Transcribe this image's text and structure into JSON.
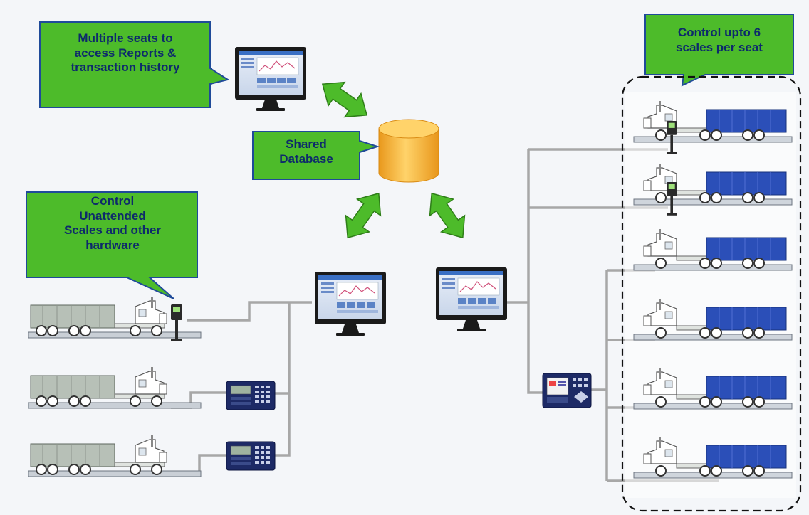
{
  "callouts": {
    "multiple_seats": [
      "Multiple seats to",
      "access Reports &",
      "transaction history"
    ],
    "shared_database": [
      "Shared",
      "Database"
    ],
    "control_unattended": [
      "Control",
      "Unattended",
      "Scales and other",
      "hardware"
    ],
    "control_upto": [
      "Control upto 6",
      "scales per seat"
    ]
  },
  "colors": {
    "callout_fill": "#4dbb2a",
    "callout_border": "#1f4a99",
    "callout_text": "#0d2a6b",
    "arrow_fill": "#4dbb2a",
    "database_fill": "#f7b733",
    "wire": "#a7a7a7",
    "grey_truck": "#b8c0b8",
    "blue_truck": "#2b4fb8",
    "terminal": "#1d2a66"
  },
  "icons": {
    "monitor": "monitor-icon",
    "database": "database-cylinder-icon",
    "double_arrow": "double-arrow-icon",
    "truck": "dump-truck-icon",
    "scale_terminal": "scale-terminal-icon",
    "kiosk": "unattended-kiosk-icon"
  }
}
